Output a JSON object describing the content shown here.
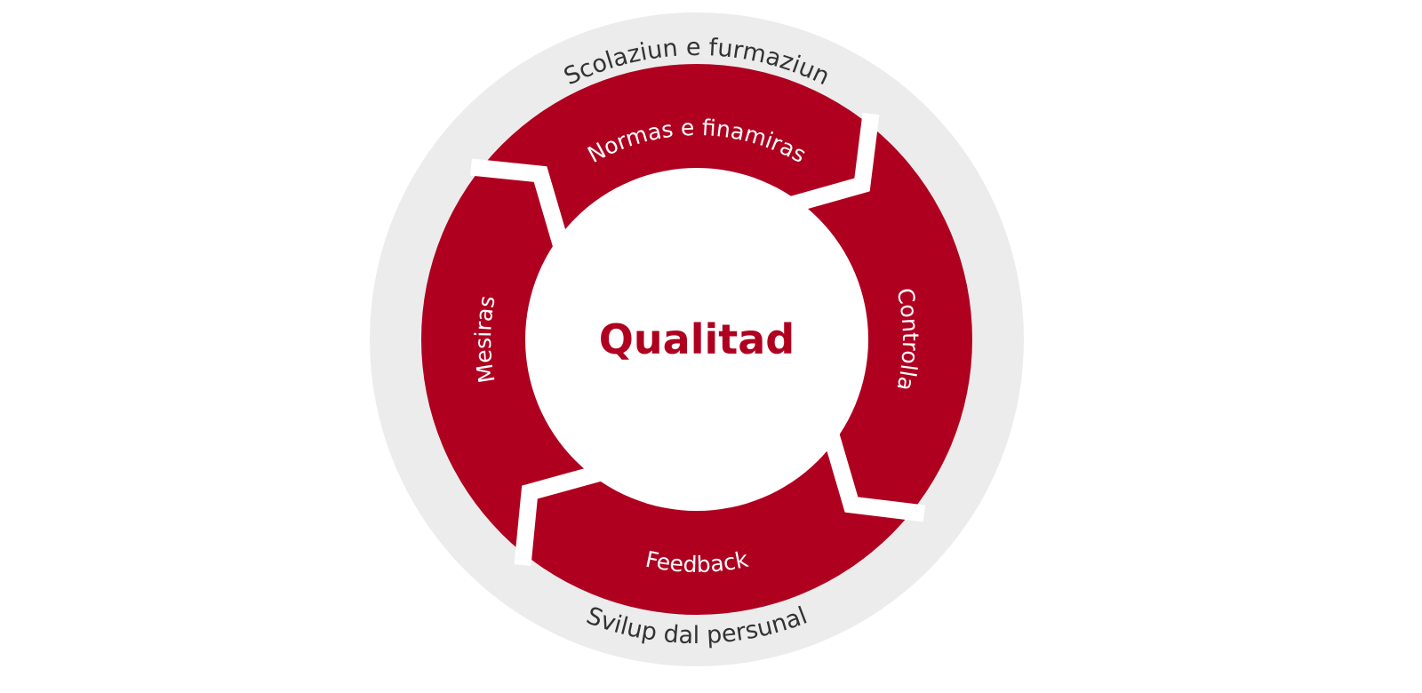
{
  "center_label": "Qualitad",
  "outer_ring": {
    "top": "Scolaziun e furmaziun",
    "bottom": "Svilup dal persunal"
  },
  "segments": {
    "top": "Normas e finamiras",
    "right": "Controlla",
    "bottom": "Feedback",
    "left": "Mesiras"
  },
  "colors": {
    "accent": "#AF0020",
    "outer_ring": "#ECECEC",
    "outer_text": "#333333"
  }
}
